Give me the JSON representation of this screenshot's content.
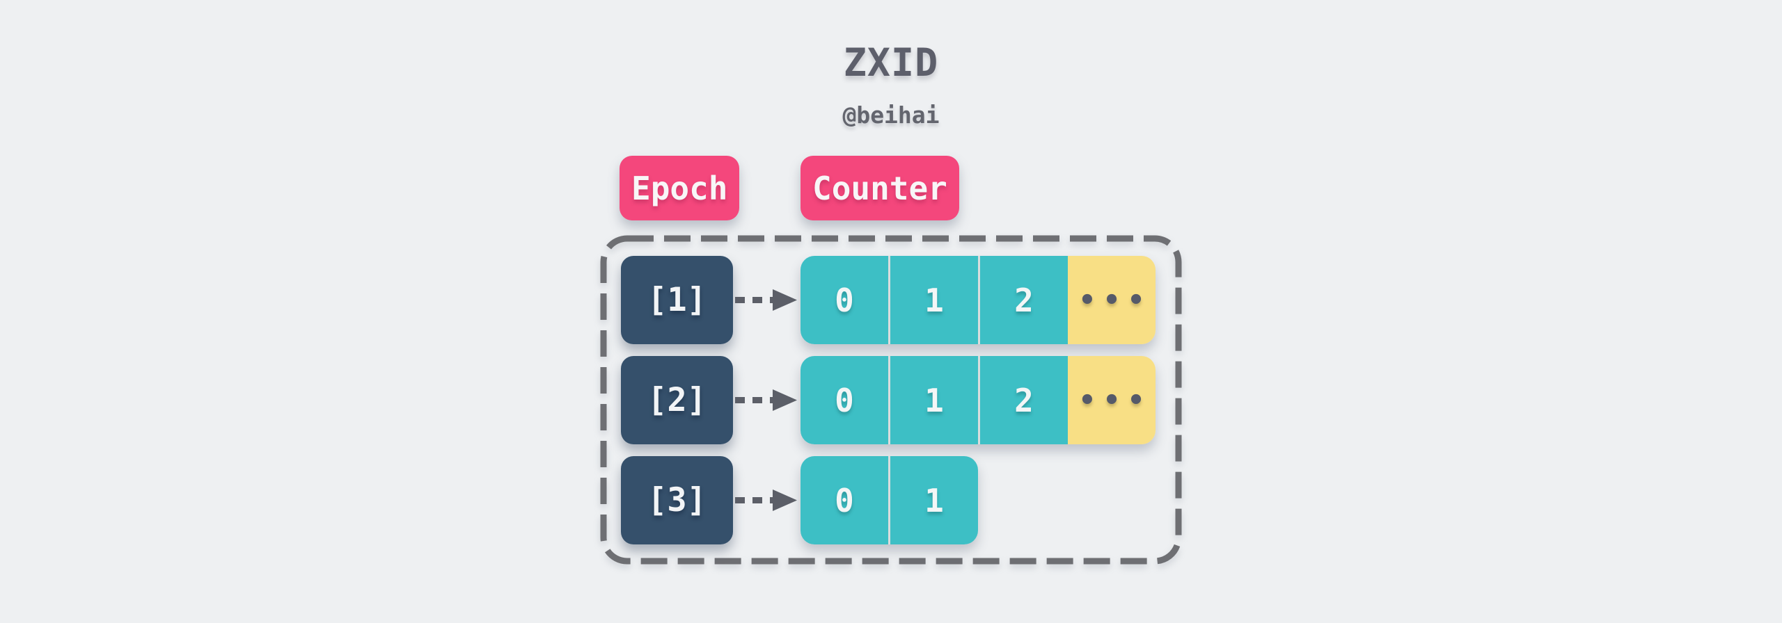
{
  "title": "ZXID",
  "author": "@beihai",
  "legend": {
    "epoch_label": "Epoch",
    "counter_label": "Counter"
  },
  "diagram": {
    "rows": [
      {
        "epoch": "[1]",
        "counters": [
          "0",
          "1",
          "2"
        ],
        "ellipsis": "•••"
      },
      {
        "epoch": "[2]",
        "counters": [
          "0",
          "1",
          "2"
        ],
        "ellipsis": "•••"
      },
      {
        "epoch": "[3]",
        "counters": [
          "0",
          "1"
        ]
      }
    ]
  },
  "colors": {
    "background": "#eef0f2",
    "badge_pink": "#f4477c",
    "epoch_navy": "#35506b",
    "counter_teal": "#3dbfc5",
    "ellipsis_yellow": "#f8df85",
    "title_gray": "#5d5f6b",
    "arrow_gray": "#5c5f68",
    "dash_border_gray": "#6e6f73",
    "cell_separator": "#dadddd"
  }
}
